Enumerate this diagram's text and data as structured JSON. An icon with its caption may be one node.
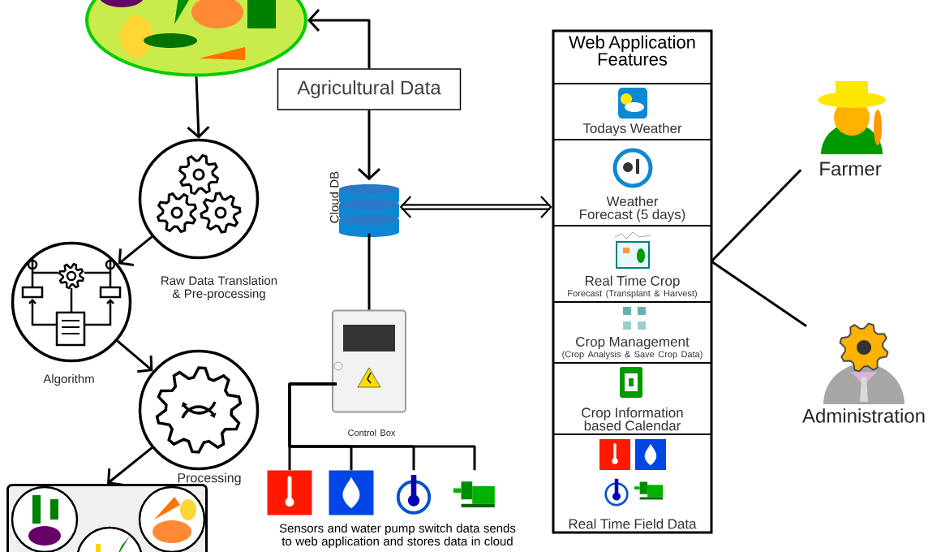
{
  "diagram": {
    "nodes": [
      {
        "text": [],
        "shape": "picture"
      },
      {
        "text": [
          "Agricultural Data"
        ]
      },
      {
        "text": [],
        "shape": "cylinder",
        "beside": [
          "Cloud DB"
        ]
      },
      {
        "text": [],
        "shape": "circle",
        "beside": [
          "Raw Data Translation & Pre-processing"
        ]
      },
      {
        "text": [],
        "shape": "circle",
        "beside": [
          "Algorithm"
        ]
      },
      {
        "text": [],
        "shape": "circle",
        "beside": [
          "Processing"
        ]
      },
      {
        "text": [],
        "shape": "box"
      },
      {
        "text": [],
        "shape": "picture",
        "beside": [
          "Control Box"
        ]
      },
      {
        "text": [],
        "shape": "picture"
      },
      {
        "text": [],
        "shape": "picture"
      },
      {
        "text": [],
        "shape": "picture"
      },
      {
        "text": [],
        "shape": "picture"
      },
      {
        "text": [
          "Web Application Features"
        ]
      },
      {
        "text": [
          "Todays Weather"
        ],
        "in": 12
      },
      {
        "text": [
          "Weather Forecast (5 days)"
        ],
        "in": 12
      },
      {
        "text": [
          "Real Time Crop",
          "Forecast (Transplant & Harvest)"
        ],
        "in": 12
      },
      {
        "text": [
          "Crop Management",
          "(Crop Analysis & Save Crop Data)"
        ],
        "in": 12
      },
      {
        "text": [
          "Crop Information based Calendar"
        ],
        "in": 12
      },
      {
        "text": [
          "Real Time Field Data"
        ],
        "in": 12
      },
      {
        "text": [],
        "shape": "person",
        "beside": [
          "Farmer"
        ]
      },
      {
        "text": [],
        "shape": "person",
        "beside": [
          "Administration"
        ]
      }
    ],
    "edges": [
      {
        "from": 1,
        "to": 0,
        "arrow": "to"
      },
      {
        "from": 1,
        "to": 2,
        "arrow": "to"
      },
      {
        "from": 0,
        "to": 3,
        "arrow": "to"
      },
      {
        "from": 3,
        "to": 4,
        "arrow": "to"
      },
      {
        "from": 4,
        "to": 5,
        "arrow": "to"
      },
      {
        "from": 5,
        "to": 6,
        "arrow": "to"
      },
      {
        "from": 2,
        "to": 12,
        "arrow": "both",
        "style": "thick"
      },
      {
        "from": 2,
        "to": 7,
        "arrow": "none"
      },
      {
        "from": 7,
        "to": 8,
        "arrow": "none"
      },
      {
        "from": 7,
        "to": 9,
        "arrow": "none"
      },
      {
        "from": 7,
        "to": 10,
        "arrow": "none"
      },
      {
        "from": 7,
        "to": 11,
        "arrow": "none"
      },
      {
        "from": 12,
        "to": 19,
        "arrow": "none"
      },
      {
        "from": 12,
        "to": 20,
        "arrow": "none"
      }
    ],
    "labels": [
      "Sensors and water pump switch data sends to web application and stores data in cloud"
    ]
  }
}
